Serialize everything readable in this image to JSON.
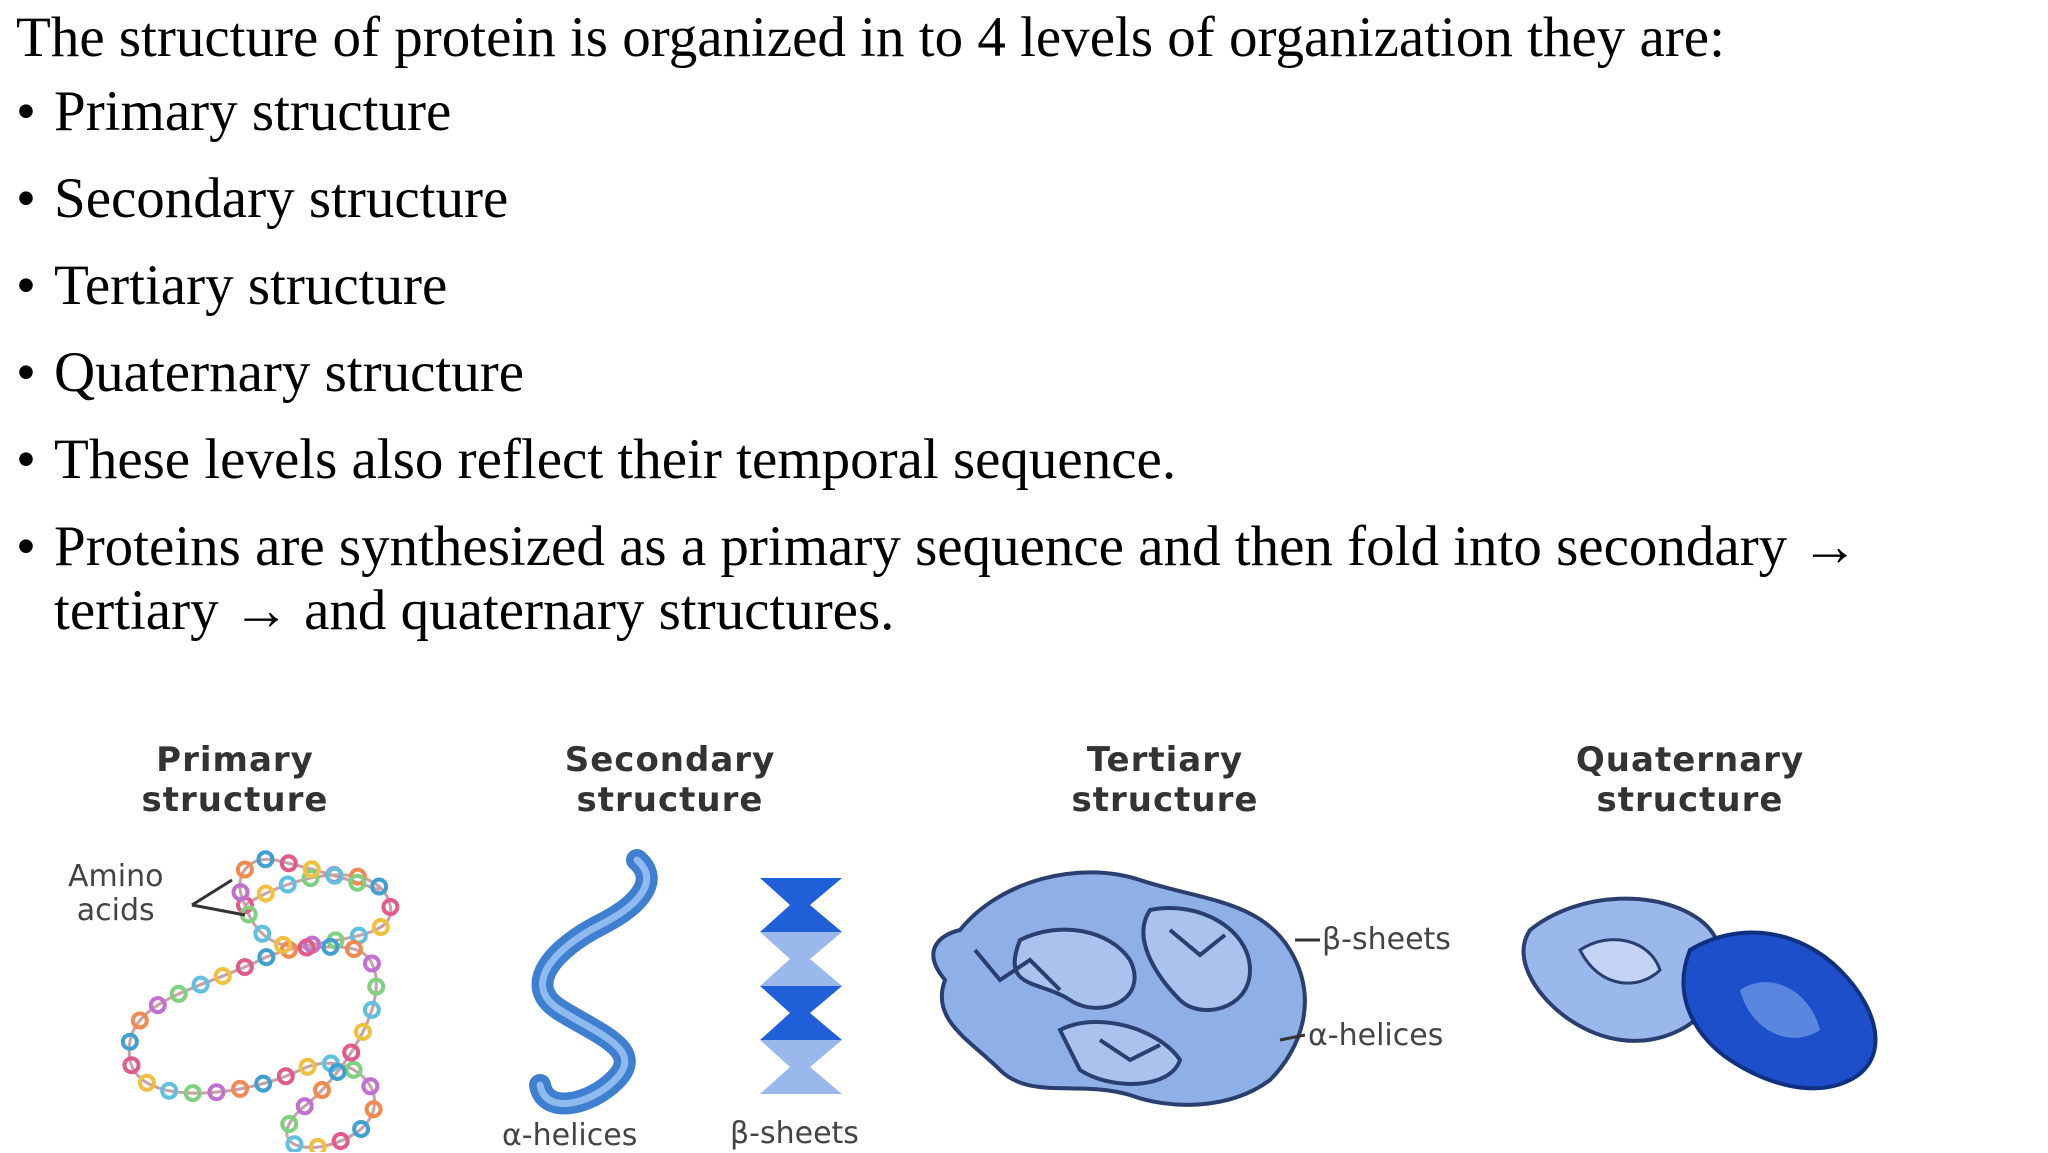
{
  "intro": "The structure of protein is organized in to 4 levels of organization they are:",
  "bullets": [
    "Primary structure",
    "Secondary structure",
    "Tertiary structure",
    "Quaternary structure",
    "These levels also reflect their temporal sequence.",
    " Proteins are synthesized as a primary sequence and then fold into secondary → tertiary → and quaternary structures."
  ],
  "diagram": {
    "primary_title": "Primary\nstructure",
    "secondary_title": "Secondary\nstructure",
    "tertiary_title": "Tertiary\nstructure",
    "quaternary_title": "Quaternary\nstructure",
    "amino_acids_label": "Amino\nacids",
    "alpha_helices_label": "α-helices",
    "beta_sheets_label": "β-sheets",
    "tertiary_beta_label": "β-sheets",
    "tertiary_alpha_label": "α-helices"
  },
  "colors": {
    "helix_blue": "#3f7fd0",
    "sheet_dark": "#1f5fd8",
    "sheet_light": "#9bb8ec",
    "tertiary_fill": "#8fb0e6",
    "quaternary_dark": "#1c4fc9"
  }
}
